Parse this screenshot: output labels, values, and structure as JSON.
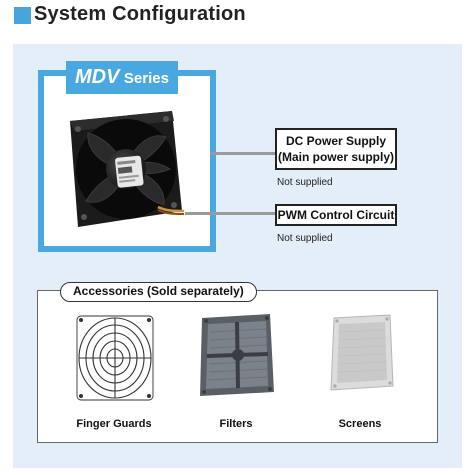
{
  "header": {
    "title": "System Configuration"
  },
  "product": {
    "series_name": "MDV",
    "series_suffix": "Series"
  },
  "connections": [
    {
      "label_line1": "DC Power Supply",
      "label_line2": "(Main power supply)",
      "note": "Not supplied"
    },
    {
      "label_line1": "PWM Control Circuit",
      "note": "Not supplied"
    }
  ],
  "accessories": {
    "title": "Accessories (Sold separately)",
    "items": [
      {
        "label": "Finger Guards",
        "icon": "finger-guard-icon"
      },
      {
        "label": "Filters",
        "icon": "filter-icon"
      },
      {
        "label": "Screens",
        "icon": "screen-icon"
      }
    ]
  },
  "colors": {
    "accent": "#49a8df",
    "panel_background": "#e3eef8",
    "connector": "#9a9a9a"
  }
}
